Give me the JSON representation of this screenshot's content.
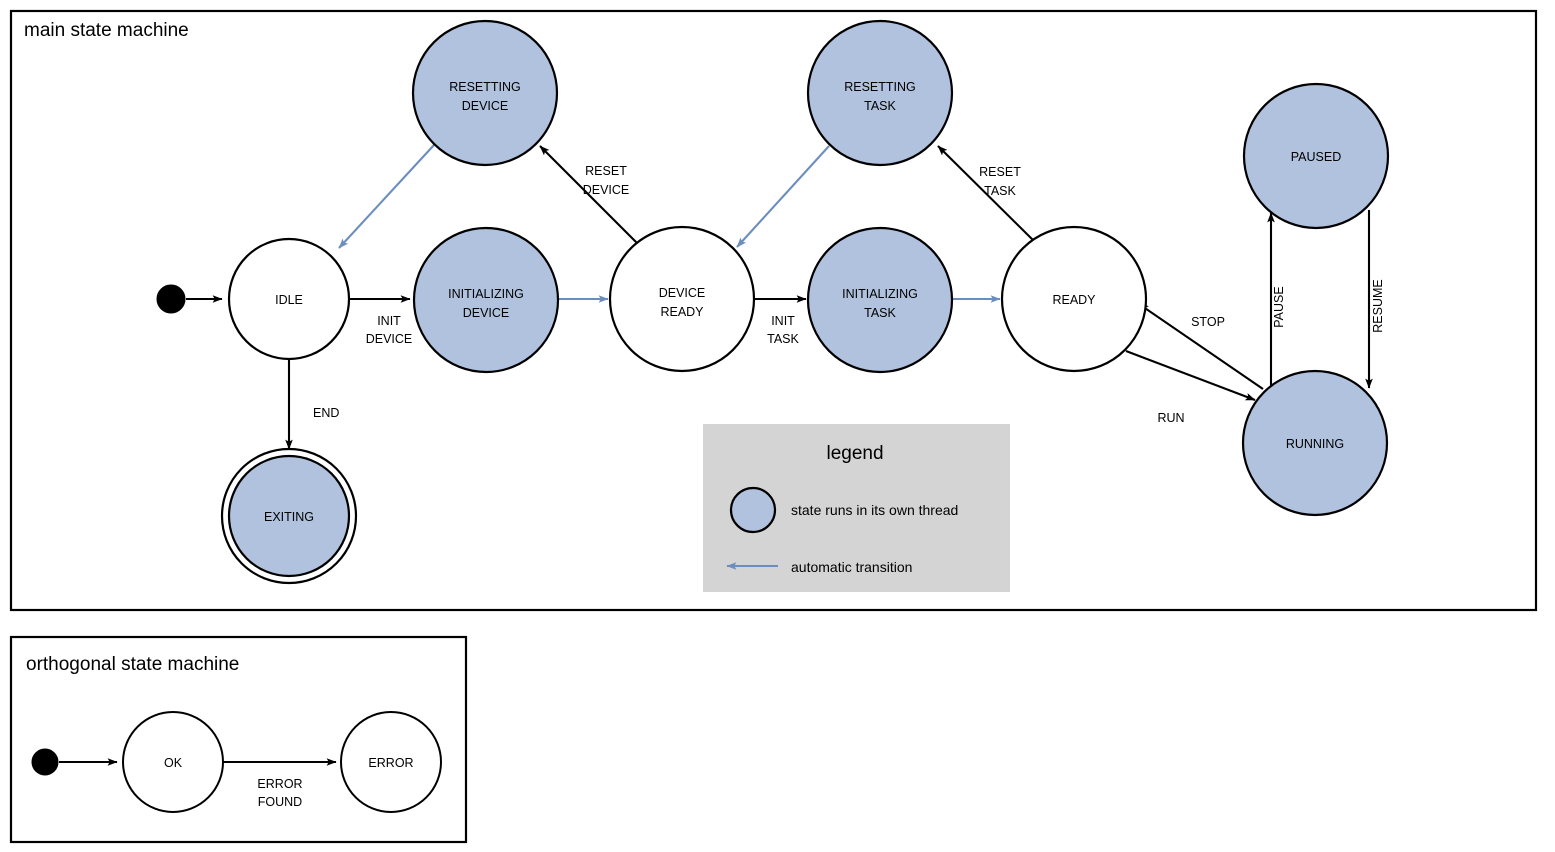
{
  "frames": [
    {
      "id": "main",
      "title": "main state machine"
    },
    {
      "id": "orthogonal",
      "title": "orthogonal state machine"
    }
  ],
  "main_machine": {
    "title": "main state machine",
    "states": [
      {
        "id": "idle",
        "label": "IDLE",
        "thread": false,
        "final": false
      },
      {
        "id": "resetting-device",
        "label": "RESETTING\nDEVICE",
        "line1": "RESETTING",
        "line2": "DEVICE",
        "thread": true,
        "final": false
      },
      {
        "id": "initializing-device",
        "label": "INITIALIZING\nDEVICE",
        "line1": "INITIALIZING",
        "line2": "DEVICE",
        "thread": true,
        "final": false
      },
      {
        "id": "device-ready",
        "label": "DEVICE\nREADY",
        "line1": "DEVICE",
        "line2": "READY",
        "thread": false,
        "final": false
      },
      {
        "id": "resetting-task",
        "label": "RESETTING\nTASK",
        "line1": "RESETTING",
        "line2": "TASK",
        "thread": true,
        "final": false
      },
      {
        "id": "initializing-task",
        "label": "INITIALIZING\nTASK",
        "line1": "INITIALIZING",
        "line2": "TASK",
        "thread": true,
        "final": false
      },
      {
        "id": "ready",
        "label": "READY",
        "thread": false,
        "final": false
      },
      {
        "id": "paused",
        "label": "PAUSED",
        "thread": true,
        "final": false
      },
      {
        "id": "running",
        "label": "RUNNING",
        "thread": true,
        "final": false
      },
      {
        "id": "exiting",
        "label": "EXITING",
        "thread": true,
        "final": true
      }
    ],
    "transitions": [
      {
        "from": "start",
        "to": "idle",
        "label": "",
        "auto": false
      },
      {
        "from": "idle",
        "to": "initializing-device",
        "line1": "INIT",
        "line2": "DEVICE",
        "auto": false
      },
      {
        "from": "initializing-device",
        "to": "device-ready",
        "label": "",
        "auto": true
      },
      {
        "from": "device-ready",
        "to": "resetting-device",
        "line1": "RESET",
        "line2": "DEVICE",
        "auto": false
      },
      {
        "from": "resetting-device",
        "to": "idle",
        "label": "",
        "auto": true
      },
      {
        "from": "idle",
        "to": "exiting",
        "line1": "END",
        "line2": "",
        "auto": false
      },
      {
        "from": "device-ready",
        "to": "initializing-task",
        "line1": "INIT",
        "line2": "TASK",
        "auto": false
      },
      {
        "from": "initializing-task",
        "to": "ready",
        "label": "",
        "auto": true
      },
      {
        "from": "ready",
        "to": "resetting-task",
        "line1": "RESET",
        "line2": "TASK",
        "auto": false
      },
      {
        "from": "resetting-task",
        "to": "device-ready",
        "label": "",
        "auto": true
      },
      {
        "from": "ready",
        "to": "running",
        "line1": "RUN",
        "line2": "",
        "auto": false
      },
      {
        "from": "running",
        "to": "ready",
        "line1": "STOP",
        "line2": "",
        "auto": false
      },
      {
        "from": "running",
        "to": "paused",
        "line1": "PAUSE",
        "line2": "",
        "auto": false
      },
      {
        "from": "paused",
        "to": "running",
        "line1": "RESUME",
        "line2": "",
        "auto": false
      }
    ],
    "edge_labels": {
      "init_device_1": "INIT",
      "init_device_2": "DEVICE",
      "reset_device_1": "RESET",
      "reset_device_2": "DEVICE",
      "end": "END",
      "init_task_1": "INIT",
      "init_task_2": "TASK",
      "reset_task_1": "RESET",
      "reset_task_2": "TASK",
      "run": "RUN",
      "stop": "STOP",
      "pause": "PAUSE",
      "resume": "RESUME"
    },
    "state_labels": {
      "idle": "IDLE",
      "resetting_device_1": "RESETTING",
      "resetting_device_2": "DEVICE",
      "initializing_device_1": "INITIALIZING",
      "initializing_device_2": "DEVICE",
      "device_ready_1": "DEVICE",
      "device_ready_2": "READY",
      "resetting_task_1": "RESETTING",
      "resetting_task_2": "TASK",
      "initializing_task_1": "INITIALIZING",
      "initializing_task_2": "TASK",
      "ready": "READY",
      "paused": "PAUSED",
      "running": "RUNNING",
      "exiting": "EXITING"
    }
  },
  "legend": {
    "title": "legend",
    "items": [
      {
        "symbol": "filled-circle",
        "text": "state runs in its own thread"
      },
      {
        "symbol": "blue-arrow",
        "text": "automatic transition"
      }
    ],
    "item1_text": "state runs in its own thread",
    "item2_text": "automatic transition"
  },
  "orthogonal_machine": {
    "title": "orthogonal state machine",
    "states": [
      {
        "id": "ok",
        "label": "OK"
      },
      {
        "id": "error",
        "label": "ERROR"
      }
    ],
    "state_labels": {
      "ok": "OK",
      "error": "ERROR"
    },
    "transitions": [
      {
        "from": "start",
        "to": "ok",
        "label": ""
      },
      {
        "from": "ok",
        "to": "error",
        "line1": "ERROR",
        "line2": "FOUND"
      }
    ],
    "edge_labels": {
      "error_found_1": "ERROR",
      "error_found_2": "FOUND"
    }
  },
  "colors": {
    "thread_state_fill": "#b1c2de",
    "plain_state_fill": "#ffffff",
    "stroke": "#000000",
    "auto_transition": "#6c8ebf",
    "legend_background": "#d4d4d4"
  }
}
